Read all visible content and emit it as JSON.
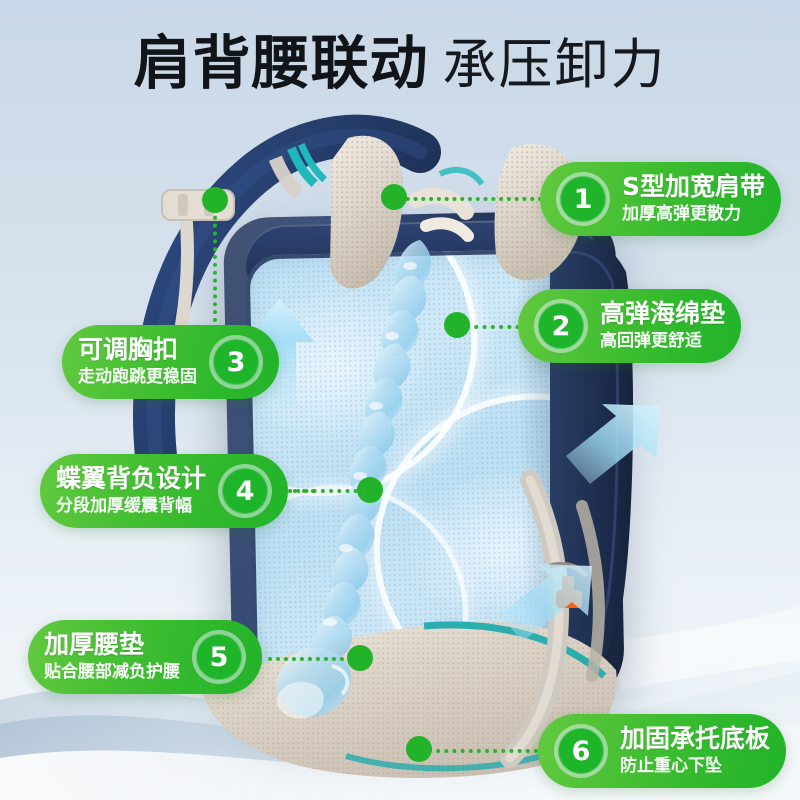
{
  "title": {
    "bold_part": "肩背腰联动",
    "light_part": "承压卸力"
  },
  "colors": {
    "accent_green": "#2fb82c",
    "badge_green": "#1eb52b",
    "background_blue": "#ccd9e8",
    "product_navy": "#253861",
    "panel_blue": "#c4e2f5",
    "trim_teal": "#17a9ab",
    "buckle_orange": "#f2640f",
    "pad_cream": "#ded6cb"
  },
  "callouts": [
    {
      "number": "1",
      "title": "S型加宽肩带",
      "subtitle": "加厚高弹更散力",
      "badge_side": "left"
    },
    {
      "number": "2",
      "title": "高弹海绵垫",
      "subtitle": "高回弹更舒适",
      "badge_side": "left"
    },
    {
      "number": "3",
      "title": "可调胸扣",
      "subtitle": "走动跑跳更稳固",
      "badge_side": "right"
    },
    {
      "number": "4",
      "title": "蝶翼背负设计",
      "subtitle": "分段加厚缓震背幅",
      "badge_side": "right"
    },
    {
      "number": "5",
      "title": "加厚腰垫",
      "subtitle": "贴合腰部减负护腰",
      "badge_side": "right"
    },
    {
      "number": "6",
      "title": "加固承托底板",
      "subtitle": "防止重心下坠",
      "badge_side": "left"
    }
  ],
  "product": {
    "name": "ergonomic-school-backpack",
    "view": "back-panel-three-quarter"
  }
}
